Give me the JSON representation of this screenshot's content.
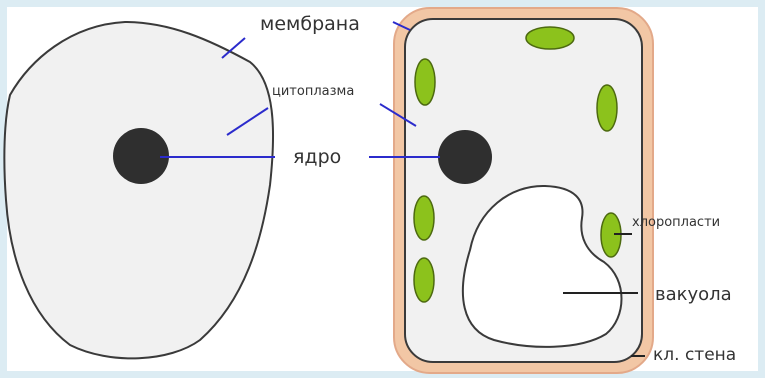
{
  "labels": {
    "membrane": "мембрана",
    "cytoplasm": "цитоплазма",
    "nucleus": "ядро",
    "chloroplasts": "хлоропласти",
    "vacuole": "вакуола",
    "cell_wall": "кл. стена"
  },
  "colors": {
    "background": "#dcecf3",
    "cell_fill": "#f1f1f1",
    "cell_wall": "#f2c7a5",
    "nucleus": "#2f2f2f",
    "chloroplast": "#8cc21c",
    "leader_line": "#2b2bcc"
  }
}
